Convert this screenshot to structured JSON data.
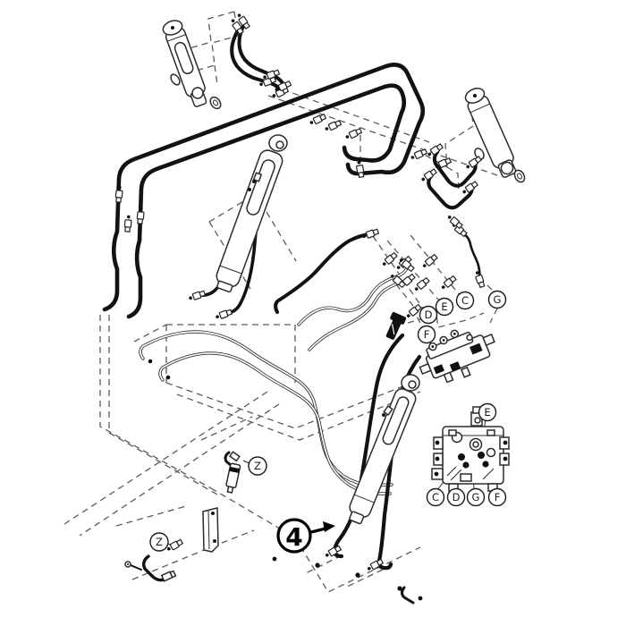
{
  "diagram": {
    "kind": "hydraulic-hose-and-cylinder-parts-diagram",
    "background_color": "#ffffff",
    "line_color": "#1a1a1a",
    "dashed_color": "#5a5a5a"
  },
  "callouts": {
    "group_upper": [
      {
        "id": "upper-D",
        "label": "D"
      },
      {
        "id": "upper-E",
        "label": "E"
      },
      {
        "id": "upper-C",
        "label": "C"
      },
      {
        "id": "upper-G",
        "label": "G"
      },
      {
        "id": "upper-F",
        "label": "F"
      }
    ],
    "valve_detail": [
      {
        "id": "detail-E",
        "label": "E"
      },
      {
        "id": "detail-C",
        "label": "C"
      },
      {
        "id": "detail-D",
        "label": "D"
      },
      {
        "id": "detail-G",
        "label": "G"
      },
      {
        "id": "detail-F",
        "label": "F"
      }
    ],
    "grease": [
      {
        "id": "z-upper",
        "label": "Z"
      },
      {
        "id": "z-lower",
        "label": "Z"
      }
    ],
    "item": {
      "label": "4"
    }
  }
}
